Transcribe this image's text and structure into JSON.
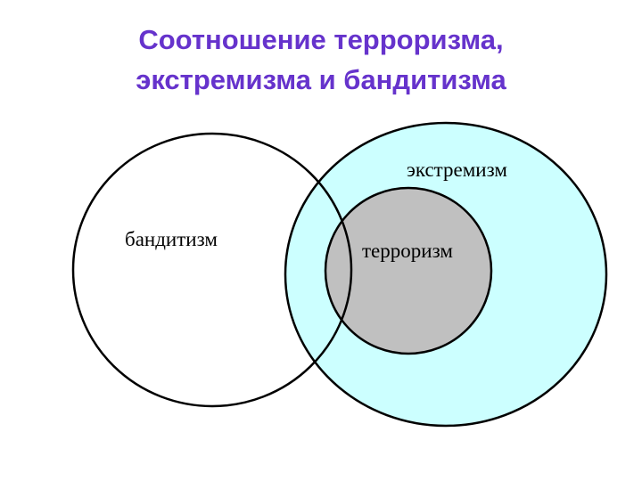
{
  "title": {
    "line1": "Соотношение терроризма,",
    "line2": "экстремизма и бандитизма"
  },
  "diagram": {
    "type": "venn",
    "sets": {
      "banditry": {
        "label": "бандитизм",
        "fill": "#ffffff"
      },
      "extremism": {
        "label": "экстремизм",
        "fill": "#ccffff"
      },
      "terrorism": {
        "label": "терроризм",
        "fill": "#c0c0c0"
      }
    },
    "relations": [
      "терроризм ⊂ экстремизм",
      "бандитизм ∩ экстремизм ≠ ∅",
      "бандитизм ∩ терроризм ≠ ∅"
    ]
  },
  "colors": {
    "title": "#6633cc",
    "stroke": "#000000",
    "background": "#ffffff"
  }
}
